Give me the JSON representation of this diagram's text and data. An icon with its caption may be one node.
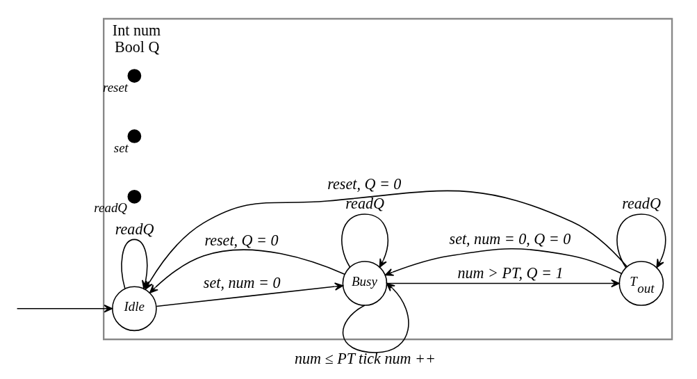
{
  "diagram": {
    "nodes": [
      {
        "text": [
          "Int num",
          "Bool Q"
        ]
      },
      {
        "text": [],
        "shape": "circle",
        "in": 0,
        "beside": [
          "reset"
        ]
      },
      {
        "text": [],
        "shape": "circle",
        "in": 0,
        "beside": [
          "set"
        ]
      },
      {
        "text": [],
        "shape": "circle",
        "in": 0,
        "beside": [
          "readQ"
        ]
      },
      {
        "text": [
          "Idle"
        ],
        "in": 0
      },
      {
        "text": [
          "Busy"
        ],
        "in": 0
      },
      {
        "text": [
          "T$_{out}$"
        ],
        "in": 0
      }
    ],
    "edges": [
      {
        "from": null,
        "to": 4,
        "arrow": "to"
      },
      {
        "from": 4,
        "to": 4,
        "arrow": "to",
        "label": "readQ"
      },
      {
        "from": 5,
        "to": 4,
        "arrow": "to",
        "label": "reset, Q = 0"
      },
      {
        "from": 4,
        "to": 5,
        "arrow": "to",
        "label": "set, num = 0"
      },
      {
        "from": 5,
        "to": 5,
        "arrow": "to",
        "label": "readQ"
      },
      {
        "from": 5,
        "to": 5,
        "arrow": "to",
        "label": "num ≤ PT tick num ++"
      },
      {
        "from": 5,
        "to": 6,
        "arrow": "to",
        "label": "num > PT, Q = 1"
      },
      {
        "from": 6,
        "to": 4,
        "arrow": "to",
        "label": "reset, Q = 0"
      },
      {
        "from": 6,
        "to": 5,
        "arrow": "to",
        "label": "set, num = 0, Q = 0"
      },
      {
        "from": 6,
        "to": 6,
        "arrow": "to",
        "label": "readQ"
      }
    ]
  }
}
